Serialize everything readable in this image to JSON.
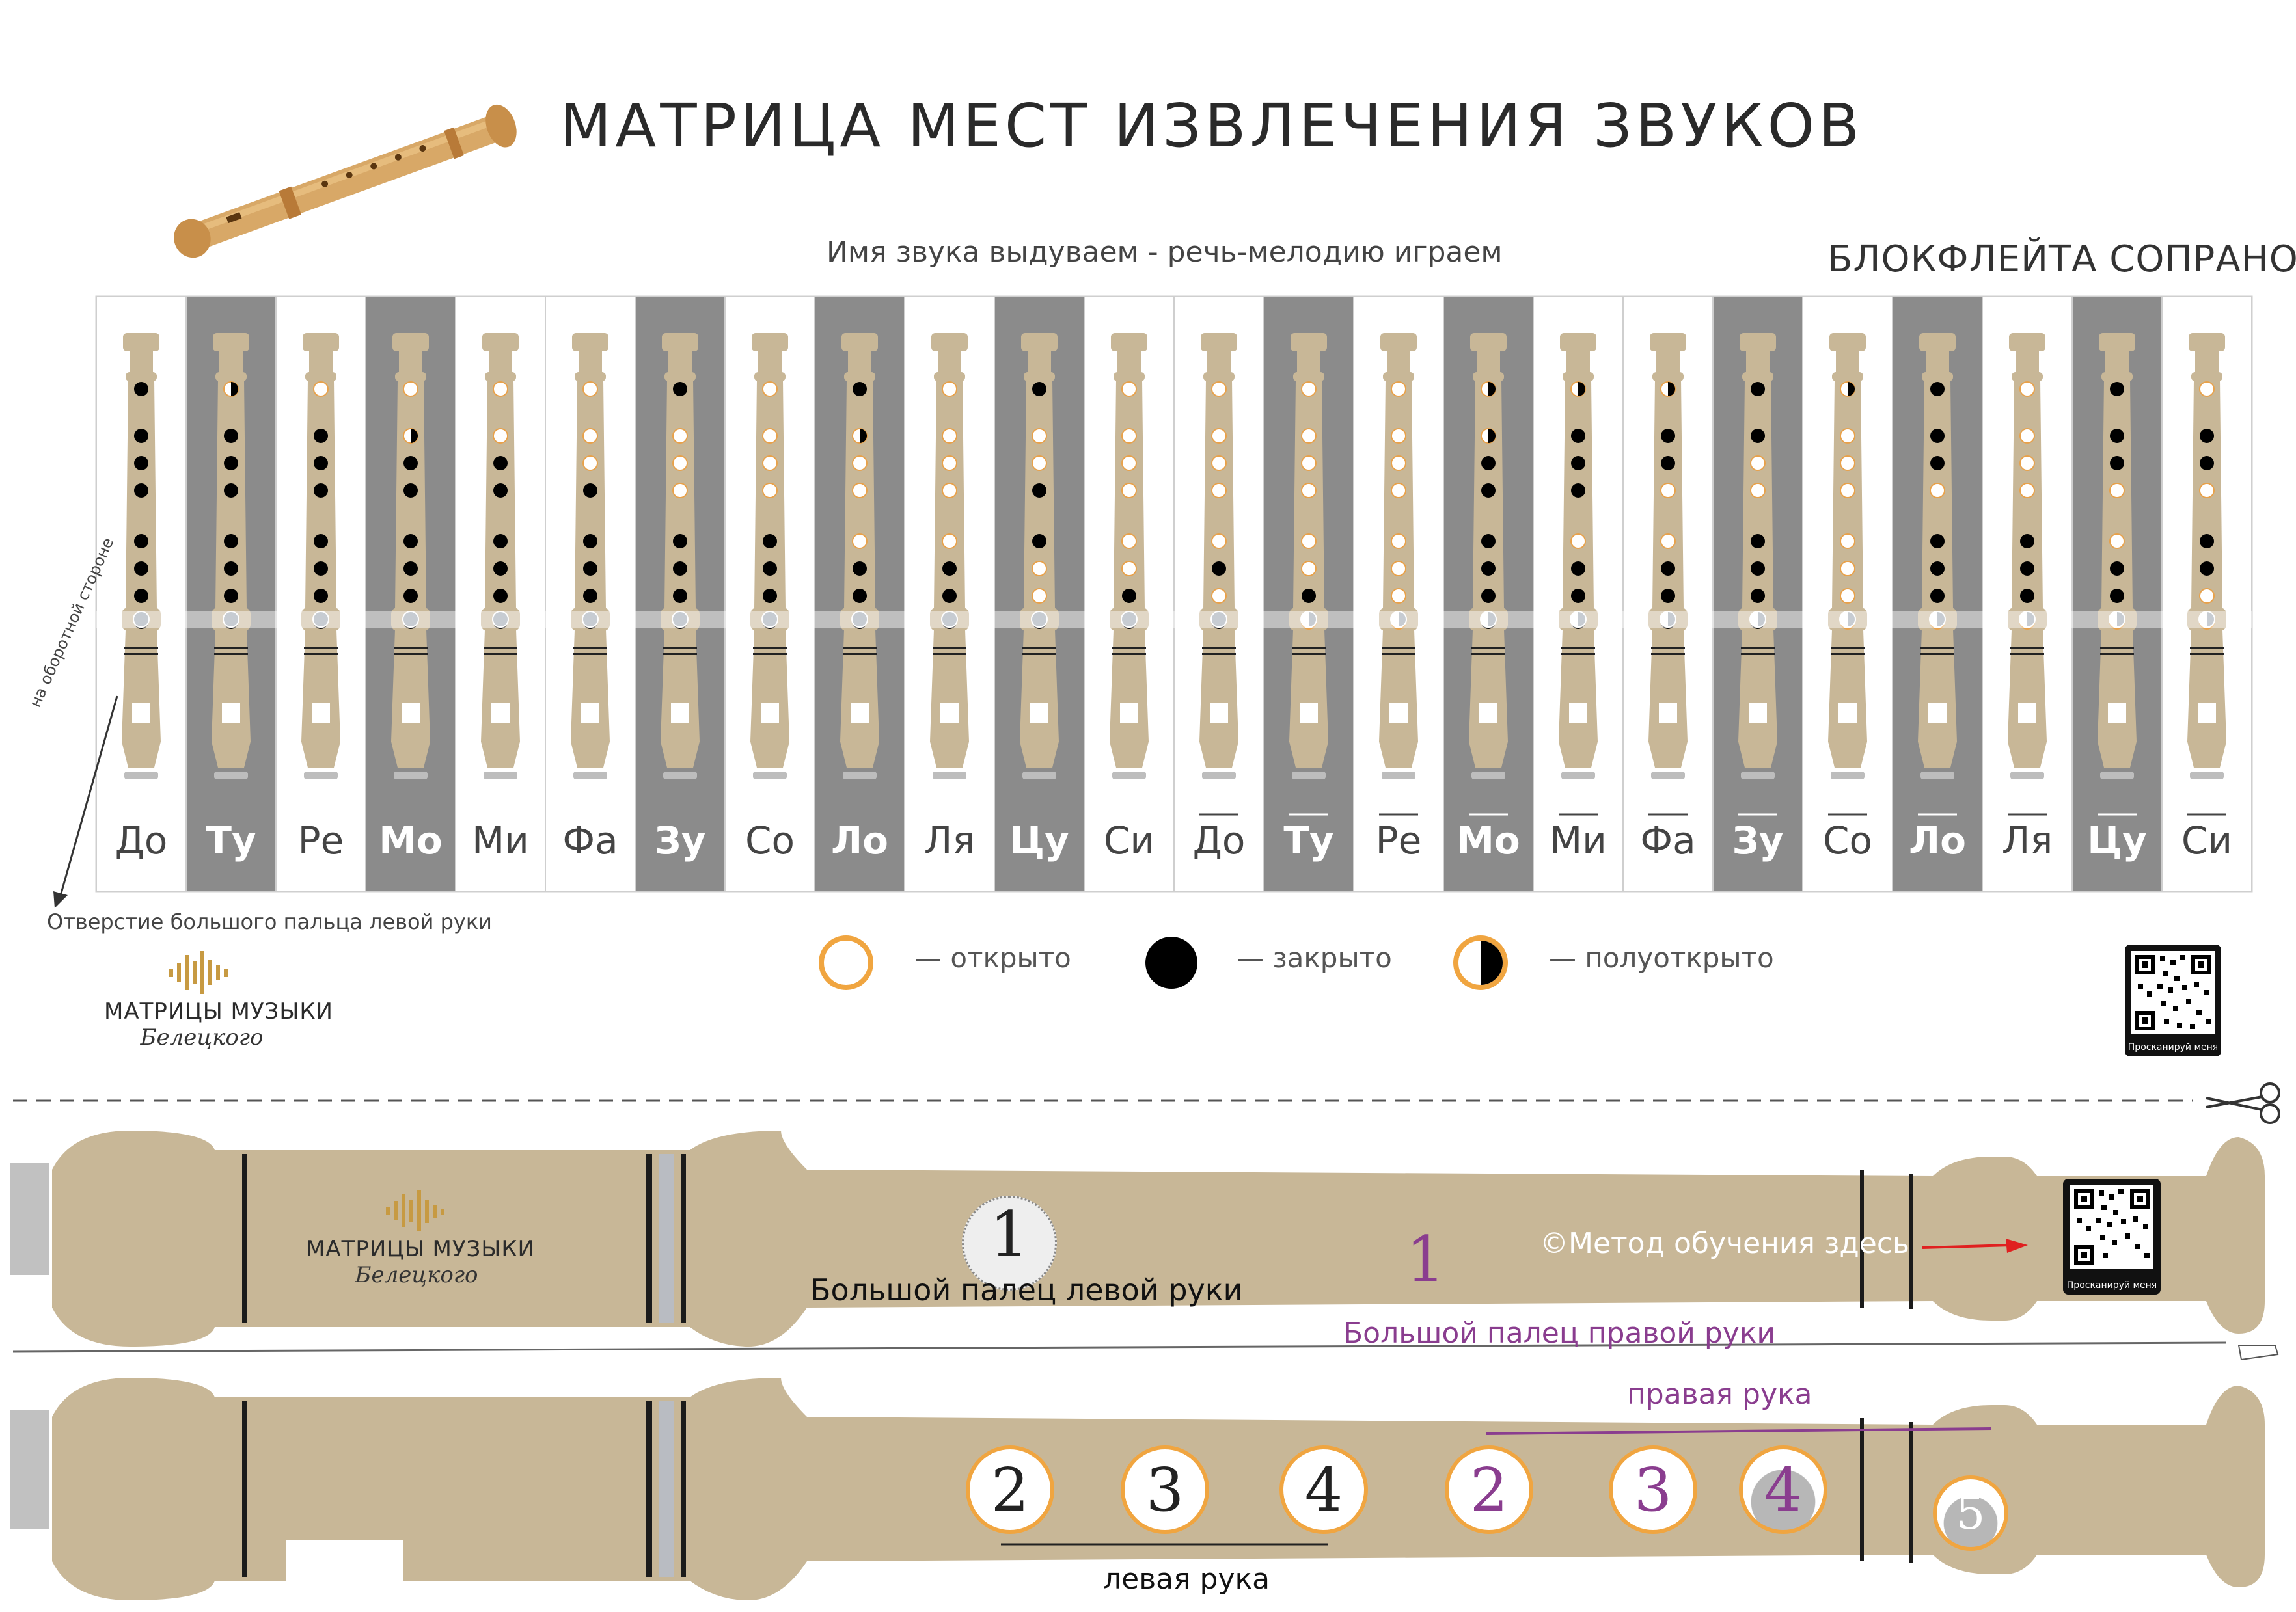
{
  "title": "МАТРИЦА МЕСТ ИЗВЛЕЧЕНИЯ ЗВУКОВ",
  "subtitle": "Имя звука выдуваем - речь-мелодию играем",
  "instrument": "БЛОКФЛЕЙТА СОПРАНО",
  "thumb_hole_note": "Отверстие большого пальца левой руки",
  "back_side_note": "на оборотной стороне",
  "legend": [
    {
      "symbol": "open",
      "label": "— открыто"
    },
    {
      "symbol": "closed",
      "label": "— закрыто"
    },
    {
      "symbol": "half",
      "label": "— полуоткрыто"
    }
  ],
  "brand": {
    "name": "МАТРИЦЫ МУЗЫКИ",
    "signature": "Белецкого"
  },
  "qr_caption": "Просканируй меня",
  "colors": {
    "dark_column": "#8b8b8b",
    "flute": "#c8b797",
    "open_ring": "#f0a540",
    "purple": "#8a3d8f",
    "border": "#cfcfcf"
  },
  "notes": [
    {
      "label": "До",
      "bold": false,
      "dark": false,
      "over": false,
      "holes": [
        "c",
        "c",
        "c",
        "c",
        "c",
        "c",
        "c",
        "c"
      ]
    },
    {
      "label": "Ту",
      "bold": true,
      "dark": true,
      "over": false,
      "holes": [
        "h",
        "c",
        "c",
        "c",
        "c",
        "c",
        "c",
        "c"
      ]
    },
    {
      "label": "Ре",
      "bold": false,
      "dark": false,
      "over": false,
      "holes": [
        "o",
        "c",
        "c",
        "c",
        "c",
        "c",
        "c",
        "c"
      ]
    },
    {
      "label": "Мо",
      "bold": true,
      "dark": true,
      "over": false,
      "holes": [
        "o",
        "h",
        "c",
        "c",
        "c",
        "c",
        "c",
        "c"
      ]
    },
    {
      "label": "Ми",
      "bold": false,
      "dark": false,
      "over": false,
      "holes": [
        "o",
        "o",
        "c",
        "c",
        "c",
        "c",
        "c",
        "c"
      ]
    },
    {
      "label": "Фа",
      "bold": false,
      "dark": false,
      "over": false,
      "holes": [
        "o",
        "o",
        "o",
        "c",
        "c",
        "c",
        "c",
        "c"
      ]
    },
    {
      "label": "Зу",
      "bold": true,
      "dark": true,
      "over": false,
      "holes": [
        "c",
        "o",
        "o",
        "o",
        "c",
        "c",
        "c",
        "c"
      ]
    },
    {
      "label": "Со",
      "bold": false,
      "dark": false,
      "over": false,
      "holes": [
        "o",
        "o",
        "o",
        "o",
        "c",
        "c",
        "c",
        "c"
      ]
    },
    {
      "label": "Ло",
      "bold": true,
      "dark": true,
      "over": false,
      "holes": [
        "c",
        "h",
        "o",
        "o",
        "o",
        "c",
        "c",
        "c"
      ]
    },
    {
      "label": "Ля",
      "bold": false,
      "dark": false,
      "over": false,
      "holes": [
        "o",
        "o",
        "o",
        "o",
        "o",
        "c",
        "c",
        "c"
      ]
    },
    {
      "label": "Цу",
      "bold": true,
      "dark": true,
      "over": false,
      "holes": [
        "c",
        "o",
        "o",
        "c",
        "c",
        "o",
        "o",
        "c"
      ]
    },
    {
      "label": "Си",
      "bold": false,
      "dark": false,
      "over": false,
      "holes": [
        "o",
        "o",
        "o",
        "o",
        "o",
        "o",
        "c",
        "c"
      ]
    },
    {
      "label": "До",
      "bold": false,
      "dark": false,
      "over": true,
      "holes": [
        "o",
        "o",
        "o",
        "o",
        "o",
        "c",
        "o",
        "c"
      ]
    },
    {
      "label": "Ту",
      "bold": true,
      "dark": true,
      "over": true,
      "holes": [
        "o",
        "o",
        "o",
        "o",
        "o",
        "o",
        "c",
        "o"
      ]
    },
    {
      "label": "Ре",
      "bold": false,
      "dark": false,
      "over": true,
      "holes": [
        "o",
        "o",
        "o",
        "o",
        "o",
        "o",
        "o",
        "o"
      ]
    },
    {
      "label": "Мо",
      "bold": true,
      "dark": true,
      "over": true,
      "holes": [
        "h",
        "h",
        "c",
        "c",
        "c",
        "c",
        "c",
        "c"
      ]
    },
    {
      "label": "Ми",
      "bold": false,
      "dark": false,
      "over": true,
      "holes": [
        "h",
        "c",
        "c",
        "c",
        "o",
        "c",
        "c",
        "c"
      ]
    },
    {
      "label": "Фа",
      "bold": false,
      "dark": false,
      "over": true,
      "holes": [
        "h",
        "c",
        "c",
        "o",
        "o",
        "c",
        "c",
        "c"
      ]
    },
    {
      "label": "Зу",
      "bold": true,
      "dark": true,
      "over": true,
      "holes": [
        "c",
        "c",
        "o",
        "o",
        "c",
        "c",
        "c",
        "c"
      ]
    },
    {
      "label": "Со",
      "bold": false,
      "dark": false,
      "over": true,
      "holes": [
        "h",
        "o",
        "o",
        "o",
        "o",
        "o",
        "o",
        "o"
      ]
    },
    {
      "label": "Ло",
      "bold": true,
      "dark": true,
      "over": true,
      "holes": [
        "c",
        "c",
        "c",
        "o",
        "c",
        "c",
        "c",
        "o"
      ]
    },
    {
      "label": "Ля",
      "bold": false,
      "dark": false,
      "over": true,
      "holes": [
        "o",
        "o",
        "o",
        "o",
        "c",
        "c",
        "c",
        "o"
      ]
    },
    {
      "label": "Цу",
      "bold": true,
      "dark": true,
      "over": true,
      "holes": [
        "c",
        "c",
        "c",
        "o",
        "o",
        "c",
        "c",
        "o"
      ]
    },
    {
      "label": "Си",
      "bold": false,
      "dark": false,
      "over": true,
      "holes": [
        "o",
        "c",
        "c",
        "o",
        "c",
        "c",
        "o",
        "o"
      ]
    }
  ],
  "strip_top": {
    "thumb_left_number": "1",
    "thumb_left_label": "Большой палец левой руки",
    "thumb_right_number": "1",
    "thumb_right_label": "Большой палец правой руки",
    "method_text": "©Метод обучения  здесь"
  },
  "strip_bottom": {
    "left_numbers": [
      "2",
      "3",
      "4"
    ],
    "right_numbers": [
      "2",
      "3",
      "4",
      "5"
    ],
    "left_hand_label": "левая рука",
    "right_hand_label": "правая рука"
  }
}
